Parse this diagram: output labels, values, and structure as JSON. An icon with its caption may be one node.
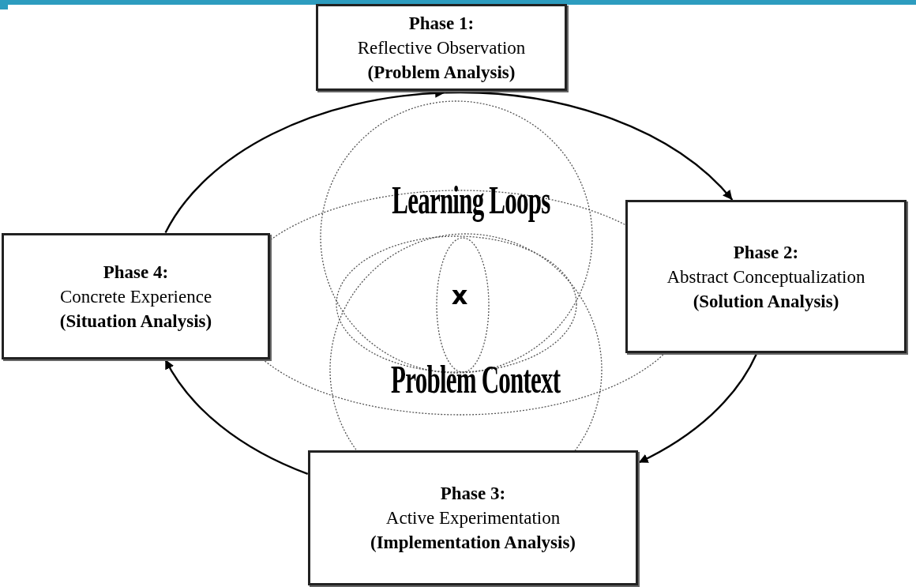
{
  "diagram": {
    "nodes": [
      {
        "text": [
          "Phase 1:",
          "Reflective Observation",
          "(Problem Analysis)"
        ]
      },
      {
        "text": [
          "Phase 2:",
          "Abstract Conceptualization",
          "(Solution Analysis)"
        ]
      },
      {
        "text": [
          "Phase 3:",
          "Active Experimentation",
          "(Implementation Analysis)"
        ]
      },
      {
        "text": [
          "Phase 4:",
          "Concrete Experience",
          "(Situation Analysis)"
        ]
      }
    ],
    "edges": [
      {
        "from": 0,
        "to": 1,
        "arrow": "to"
      },
      {
        "from": 1,
        "to": 2,
        "arrow": "to"
      },
      {
        "from": 2,
        "to": 3,
        "arrow": "to"
      },
      {
        "from": 3,
        "to": 0,
        "arrow": "to"
      }
    ],
    "labels": [
      "Learning Loops",
      "x",
      "Problem Context"
    ]
  }
}
